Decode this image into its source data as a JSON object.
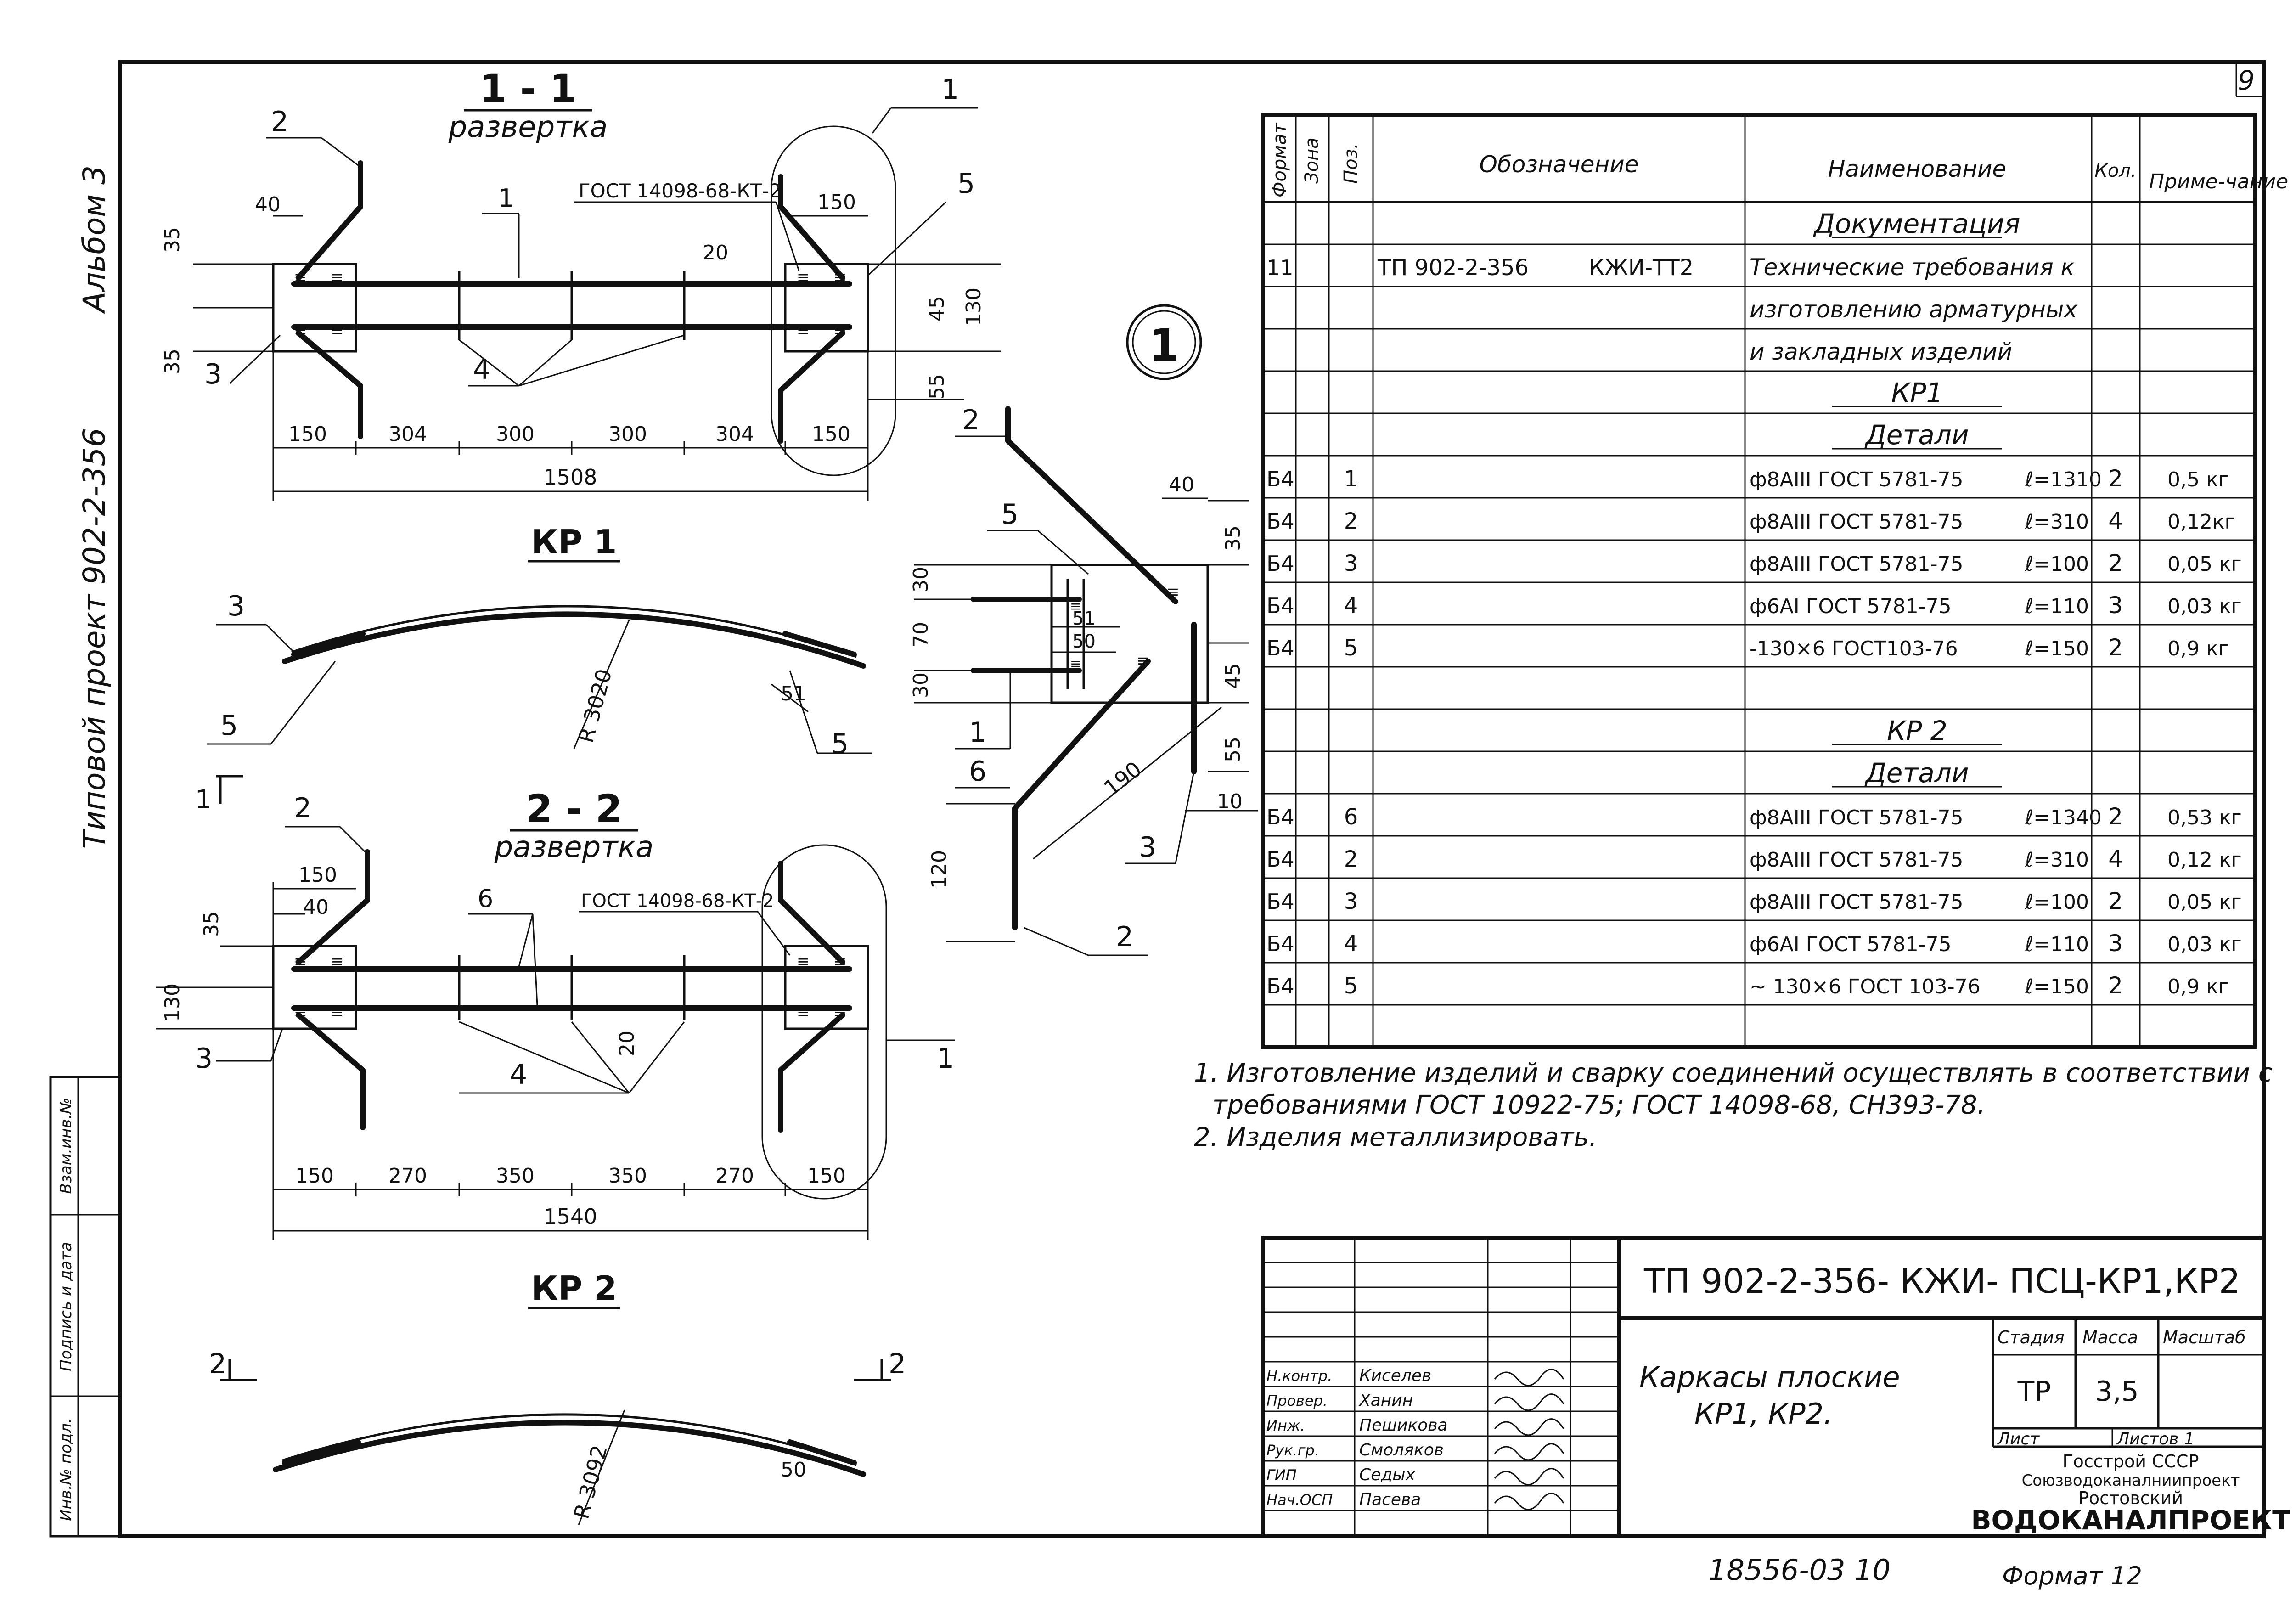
{
  "page_number": "9",
  "side_labels": {
    "album": "Альбом 3",
    "project": "Типовой проект 902-2-356"
  },
  "left_strip": {
    "inv_podl": "Инв.№ подл.",
    "podpis_data": "Подпись и дата",
    "vzam_inv": "Взам.инв.№"
  },
  "drawing_1": {
    "section_label": "1 - 1",
    "subtitle": "развертка",
    "gost_note": "ГОСТ 14098-68-КТ-2",
    "dims_top": [
      "40",
      "150",
      "20"
    ],
    "dims_left": [
      "35",
      "35"
    ],
    "dims_right": [
      "45",
      "130",
      "55"
    ],
    "dims_bottom": [
      "150",
      "304",
      "300",
      "300",
      "304",
      "150"
    ],
    "total": "1508",
    "callouts": [
      "1",
      "2",
      "3",
      "4",
      "5",
      "1"
    ]
  },
  "kp1": {
    "title": "КР 1",
    "radius": "R 3020",
    "dim": "51",
    "callouts": [
      "3",
      "5",
      "5"
    ]
  },
  "section_mark_1": "1",
  "drawing_2": {
    "section_label": "2 - 2",
    "subtitle": "развертка",
    "gost_note": "ГОСТ 14098-68-КТ-2",
    "dims_top": [
      "150",
      "40"
    ],
    "dims_left": [
      "35",
      "130"
    ],
    "dim_mid": "20",
    "dims_bottom": [
      "150",
      "270",
      "350",
      "350",
      "270",
      "150"
    ],
    "total": "1540",
    "callouts": [
      "2",
      "6",
      "3",
      "4",
      "1"
    ]
  },
  "kp2": {
    "title": "КР 2",
    "radius": "R 3092",
    "dim": "50",
    "mark_left": "2",
    "mark_right": "2"
  },
  "node": {
    "circle_label": "1",
    "dims": [
      "40",
      "35",
      "30",
      "70",
      "30",
      "51",
      "50",
      "45",
      "55",
      "10",
      "190",
      "120"
    ],
    "callouts": [
      "2",
      "5",
      "1",
      "6",
      "3",
      "2"
    ]
  },
  "spec": {
    "headers": {
      "format": "Формат",
      "zona": "Зона",
      "poz": "Поз.",
      "designation": "Обозначение",
      "name": "Наименование",
      "qty": "Кол.",
      "note": "Приме-чание"
    },
    "rows": [
      {
        "format": "",
        "poz": "",
        "designation": "",
        "name": "Документация",
        "qty": "",
        "note": "",
        "style": "heading"
      },
      {
        "format": "11",
        "poz": "",
        "designation": "ТП 902-2-356",
        "designation2": "КЖИ-ТТ2",
        "name": "Технические требования к",
        "qty": "",
        "note": ""
      },
      {
        "format": "",
        "poz": "",
        "designation": "",
        "name": "изготовлению арматурных",
        "qty": "",
        "note": ""
      },
      {
        "format": "",
        "poz": "",
        "designation": "",
        "name": "и закладных изделий",
        "qty": "",
        "note": ""
      },
      {
        "format": "",
        "poz": "",
        "designation": "",
        "name": "КР1",
        "qty": "",
        "note": "",
        "style": "heading"
      },
      {
        "format": "",
        "poz": "",
        "designation": "",
        "name": "Детали",
        "qty": "",
        "note": "",
        "style": "heading"
      },
      {
        "format": "Б4",
        "poz": "1",
        "designation": "",
        "name": "ф8АIII ГОСТ 5781-75",
        "len": "ℓ=1310",
        "qty": "2",
        "note": "0,5 кг"
      },
      {
        "format": "Б4",
        "poz": "2",
        "designation": "",
        "name": "ф8АIII ГОСТ 5781-75",
        "len": "ℓ=310",
        "qty": "4",
        "note": "0,12кг"
      },
      {
        "format": "Б4",
        "poz": "3",
        "designation": "",
        "name": "ф8АIII ГОСТ 5781-75",
        "len": "ℓ=100",
        "qty": "2",
        "note": "0,05 кг"
      },
      {
        "format": "Б4",
        "poz": "4",
        "designation": "",
        "name": "ф6АI ГОСТ 5781-75",
        "len": "ℓ=110",
        "qty": "3",
        "note": "0,03 кг"
      },
      {
        "format": "Б4",
        "poz": "5",
        "designation": "",
        "name": "-130×6 ГОСТ103-76",
        "len": "ℓ=150",
        "qty": "2",
        "note": "0,9 кг"
      },
      {
        "format": "",
        "poz": "",
        "designation": "",
        "name": "",
        "qty": "",
        "note": ""
      },
      {
        "format": "",
        "poz": "",
        "designation": "",
        "name": "КР 2",
        "qty": "",
        "note": "",
        "style": "heading"
      },
      {
        "format": "",
        "poz": "",
        "designation": "",
        "name": "Детали",
        "qty": "",
        "note": "",
        "style": "heading"
      },
      {
        "format": "Б4",
        "poz": "6",
        "designation": "",
        "name": "ф8АIII ГОСТ 5781-75",
        "len": "ℓ=1340",
        "qty": "2",
        "note": "0,53 кг"
      },
      {
        "format": "Б4",
        "poz": "2",
        "designation": "",
        "name": "ф8АIII ГОСТ 5781-75",
        "len": "ℓ=310",
        "qty": "4",
        "note": "0,12 кг"
      },
      {
        "format": "Б4",
        "poz": "3",
        "designation": "",
        "name": "ф8АIII ГОСТ 5781-75",
        "len": "ℓ=100",
        "qty": "2",
        "note": "0,05 кг"
      },
      {
        "format": "Б4",
        "poz": "4",
        "designation": "",
        "name": "ф6АI ГОСТ 5781-75",
        "len": "ℓ=110",
        "qty": "3",
        "note": "0,03 кг"
      },
      {
        "format": "Б4",
        "poz": "5",
        "designation": "",
        "name": "~ 130×6 ГОСТ 103-76",
        "len": "ℓ=150",
        "qty": "2",
        "note": "0,9 кг"
      },
      {
        "format": "",
        "poz": "",
        "designation": "",
        "name": "",
        "qty": "",
        "note": ""
      }
    ]
  },
  "notes": [
    "1. Изготовление изделий и сварку соединений осуществлять в соответствии с",
    "требованиями ГОСТ 10922-75; ГОСТ 14098-68, СН393-78.",
    "2. Изделия металлизировать."
  ],
  "title_block": {
    "code": "ТП 902-2-356- КЖИ- ПСЦ-КР1,КР2",
    "name_line1": "Каркасы плоские",
    "name_line2": "КР1, КР2.",
    "stage_label": "Стадия",
    "mass_label": "Масса",
    "scale_label": "Масштаб",
    "stage": "ТР",
    "mass": "3,5",
    "sheet_label": "Лист",
    "sheets_label": "Листов 1",
    "org1": "Госстрой СССР",
    "org2": "Союзводоканалниипроект",
    "org3": "Ростовский",
    "org4": "ВОДОКАНАЛПРОЕКТ",
    "roles": [
      {
        "role": "Н.контр.",
        "name": "Киселев"
      },
      {
        "role": "Провер.",
        "name": "Ханин"
      },
      {
        "role": "Инж.",
        "name": "Пешикова"
      },
      {
        "role": "Рук.гр.",
        "name": "Смоляков"
      },
      {
        "role": "ГИП",
        "name": "Седых"
      },
      {
        "role": "Нач.ОСП",
        "name": "Пасева"
      }
    ]
  },
  "footer": {
    "archive": "18556-03 10",
    "format": "Формат 12"
  }
}
